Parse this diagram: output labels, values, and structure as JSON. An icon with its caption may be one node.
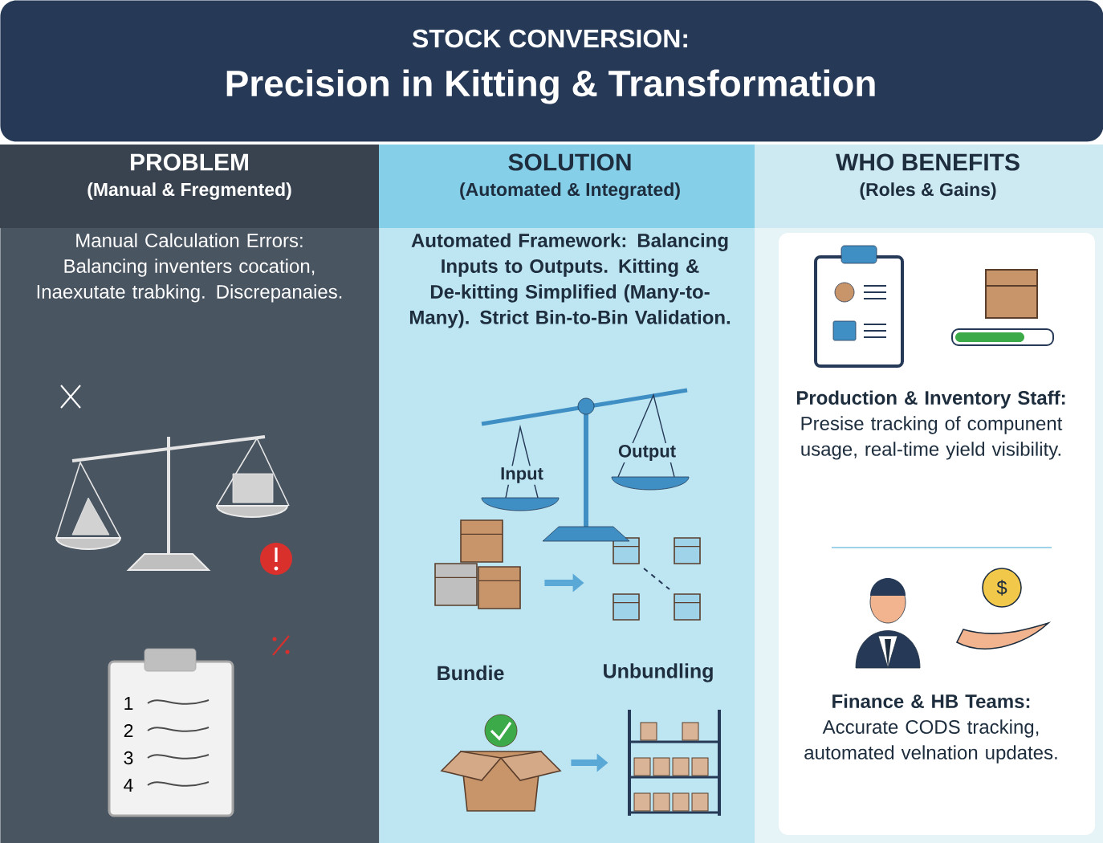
{
  "diagram": {
    "nodes": [
      {
        "text": [
          "STOCK CONVERSION:",
          "Precision in Kitting & Transformation"
        ]
      },
      {
        "text": [
          "PROBLEM",
          "(Manual & Fregmented)",
          "Manual Calculation Errors: Balancing inventers cocation, Inaexutate trabking. Discrepanaies."
        ]
      },
      {
        "text": [
          "SOLUTION",
          "(Automated & Integrated)",
          "Automated Framework: Balancing Inputs to Outputs. Kitting & De-kitting Simplified (Many-to-Many). Strict Bin-to-Bin Validation."
        ]
      },
      {
        "text": [
          "WHO BENEFITS",
          "(Roles & Gains)",
          "**Production & Inventory Staff:** Presise tracking of compunent usage, real-time yield visibility.",
          "**Finance & HB Teams:** Accurate CODS tracking, automated velnation updates."
        ]
      },
      {
        "text": [
          "Bundie"
        ],
        "in": 2
      },
      {
        "text": [
          "Unbundling"
        ],
        "in": 2
      },
      {
        "text": [],
        "shape": "picture",
        "in": 2
      },
      {
        "text": [],
        "shape": "picture",
        "in": 2
      }
    ],
    "edges": [
      {
        "from": 4,
        "to": 5,
        "arrow": "to"
      },
      {
        "from": 6,
        "to": 7,
        "arrow": "to"
      }
    ],
    "labels": [
      "1",
      "2",
      "3",
      "4",
      "Input",
      "Output",
      "$"
    ]
  }
}
